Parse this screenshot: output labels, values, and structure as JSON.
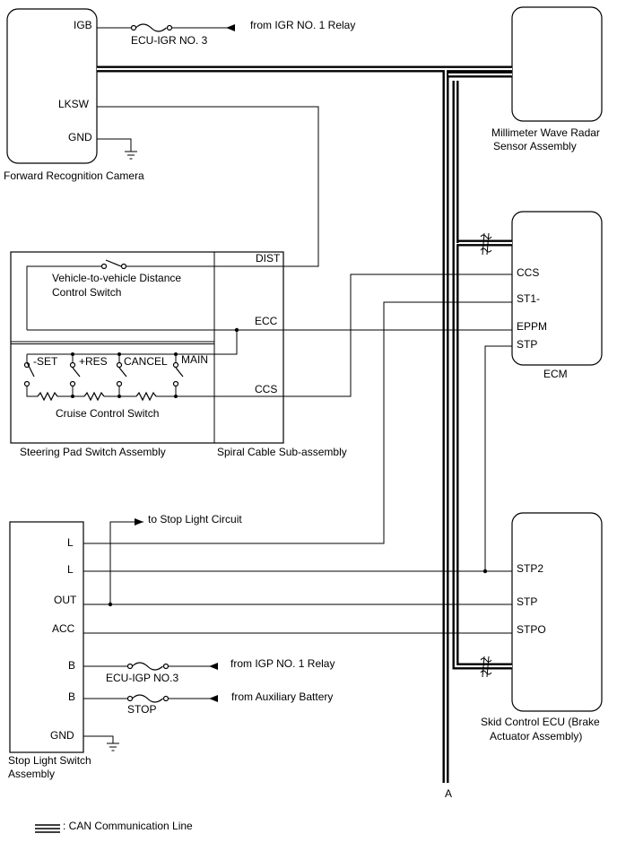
{
  "components": {
    "camera": "Forward Recognition Camera",
    "radar_line1": "Millimeter Wave Radar",
    "radar_line2": "Sensor Assembly",
    "ecm": "ECM",
    "steering_pad": "Steering Pad Switch Assembly",
    "spiral_cable": "Spiral Cable Sub-assembly",
    "skid_line1": "Skid Control ECU (Brake",
    "skid_line2": "Actuator Assembly)",
    "stop_switch_line1": "Stop Light Switch",
    "stop_switch_line2": "Assembly"
  },
  "switches": {
    "distance_line1": "Vehicle-to-vehicle Distance",
    "distance_line2": "Control Switch",
    "set": "-SET",
    "res": "+RES",
    "cancel": "CANCEL",
    "main": "MAIN",
    "cruise": "Cruise Control Switch"
  },
  "pins": {
    "igb": "IGB",
    "lksw": "LKSW",
    "gnd": "GND",
    "dist": "DIST",
    "ecc": "ECC",
    "ccs": "CCS",
    "st1": "ST1-",
    "eppm": "EPPM",
    "stp": "STP",
    "stp2": "STP2",
    "stpo": "STPO",
    "l": "L",
    "out": "OUT",
    "acc": "ACC",
    "b": "B"
  },
  "fuses": {
    "ecu_igr": "ECU-IGR NO. 3",
    "ecu_igp": "ECU-IGP NO.3",
    "stop": "STOP"
  },
  "sources": {
    "igr": "from IGR NO. 1 Relay",
    "igp": "from IGP NO. 1 Relay",
    "aux": "from Auxiliary Battery",
    "stop_light": "to Stop Light Circuit"
  },
  "connector_a": "A",
  "legend": ": CAN Communication Line"
}
